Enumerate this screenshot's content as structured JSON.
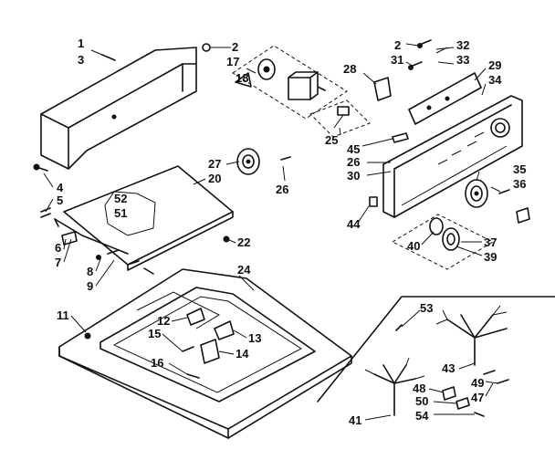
{
  "callouts": [
    {
      "id": "1",
      "text": "1"
    },
    {
      "id": "2a",
      "text": "2"
    },
    {
      "id": "3",
      "text": "3"
    },
    {
      "id": "17",
      "text": "17"
    },
    {
      "id": "18",
      "text": "18"
    },
    {
      "id": "2b",
      "text": "2"
    },
    {
      "id": "32",
      "text": "32"
    },
    {
      "id": "31",
      "text": "31"
    },
    {
      "id": "33",
      "text": "33"
    },
    {
      "id": "28",
      "text": "28"
    },
    {
      "id": "29",
      "text": "29"
    },
    {
      "id": "34",
      "text": "34"
    },
    {
      "id": "25",
      "text": "25"
    },
    {
      "id": "45",
      "text": "45"
    },
    {
      "id": "26a",
      "text": "26"
    },
    {
      "id": "30",
      "text": "30"
    },
    {
      "id": "27",
      "text": "27"
    },
    {
      "id": "20",
      "text": "20"
    },
    {
      "id": "26b",
      "text": "26"
    },
    {
      "id": "4",
      "text": "4"
    },
    {
      "id": "5",
      "text": "5"
    },
    {
      "id": "52",
      "text": "52"
    },
    {
      "id": "51",
      "text": "51"
    },
    {
      "id": "6",
      "text": "6"
    },
    {
      "id": "7",
      "text": "7"
    },
    {
      "id": "22",
      "text": "22"
    },
    {
      "id": "8",
      "text": "8"
    },
    {
      "id": "9",
      "text": "9"
    },
    {
      "id": "24",
      "text": "24"
    },
    {
      "id": "35",
      "text": "35"
    },
    {
      "id": "36",
      "text": "36"
    },
    {
      "id": "44",
      "text": "44"
    },
    {
      "id": "40",
      "text": "40"
    },
    {
      "id": "37",
      "text": "37"
    },
    {
      "id": "39",
      "text": "39"
    },
    {
      "id": "11",
      "text": "11"
    },
    {
      "id": "12",
      "text": "12"
    },
    {
      "id": "15",
      "text": "15"
    },
    {
      "id": "13",
      "text": "13"
    },
    {
      "id": "14",
      "text": "14"
    },
    {
      "id": "16",
      "text": "16"
    },
    {
      "id": "53",
      "text": "53"
    },
    {
      "id": "43",
      "text": "43"
    },
    {
      "id": "49",
      "text": "49"
    },
    {
      "id": "47",
      "text": "47"
    },
    {
      "id": "48",
      "text": "48"
    },
    {
      "id": "41",
      "text": "41"
    },
    {
      "id": "50",
      "text": "50"
    },
    {
      "id": "54",
      "text": "54"
    }
  ]
}
